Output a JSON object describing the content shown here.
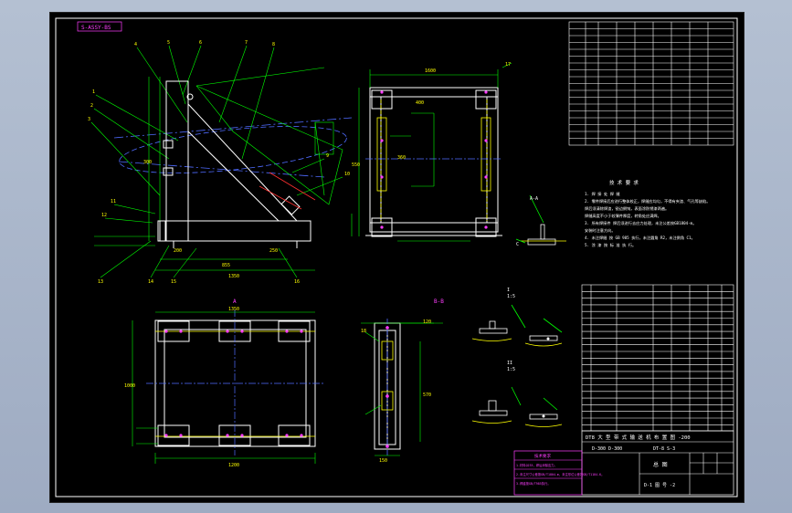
{
  "title_tag": "S-ASSY-BS",
  "main_title": "DT8 大 型 带 式 输 送 机 布 置 图 -200",
  "title_code": "D-300 D-300",
  "title_date": "DT-8 S-3",
  "drawing_no": "D-1 图 号 -2",
  "title_label": "总 图",
  "tech_heading": "技 术 要 求",
  "tech_notes": [
    "1. 焊 接 处 焊 缝",
    "2. 零件焊接后应进行整体校正，焊缝应均匀，不得有夹渣、气孔等缺陷。",
    "   焊后须清除焊渣，锐边倒钝，表面涂防锈漆两遍。",
    "   焊缝高度不小于较薄件厚度，转角处应满焊。",
    "3. 所有焊接件 焊后须进行去应力处理，未注公差按GB1804-m。",
    "   安装时注意方向。",
    "4. 未注焊缝 按 GB 985 执行，未注圆角 R2，未注倒角 C1。",
    "5. 涂 漆 按 标 准 执 行。"
  ],
  "section_labels": {
    "a": "A-A",
    "b": "B-B",
    "c": "C",
    "view_a": "A",
    "view_b": "B-B",
    "detail_1": "I",
    "detail_2": "II",
    "ratio": "1:5"
  },
  "dims": {
    "d1": "1350",
    "d2": "1000",
    "d3": "855",
    "d4": "550",
    "d5": "1200",
    "d6": "1350",
    "d7": "300",
    "d8": "400",
    "d9": "250",
    "d10": "200",
    "d11": "360",
    "d12": "120",
    "d13": "150",
    "d14": "1600",
    "d15": "570"
  },
  "balloons": [
    "1",
    "2",
    "3",
    "4",
    "5",
    "6",
    "7",
    "8",
    "9",
    "10",
    "11",
    "12",
    "13",
    "14",
    "15",
    "16",
    "17",
    "18"
  ],
  "stamp_title": "技术要求",
  "stamp_lines": [
    "1.材料Q235，焊后消除应力。",
    "2.未注尺寸公差按GB/T1804-m，未注形位公差按GB/T1184-K。",
    "3.焊缝按GB/T985执行。"
  ],
  "colors": {
    "frame": "#ffffff",
    "outline": "#ffffff",
    "dim": "#00ff00",
    "center": "#4f6bff",
    "label": "#ff3dff",
    "text": "#ffff00",
    "red": "#ff3030",
    "cyan": "#00e0e0"
  }
}
